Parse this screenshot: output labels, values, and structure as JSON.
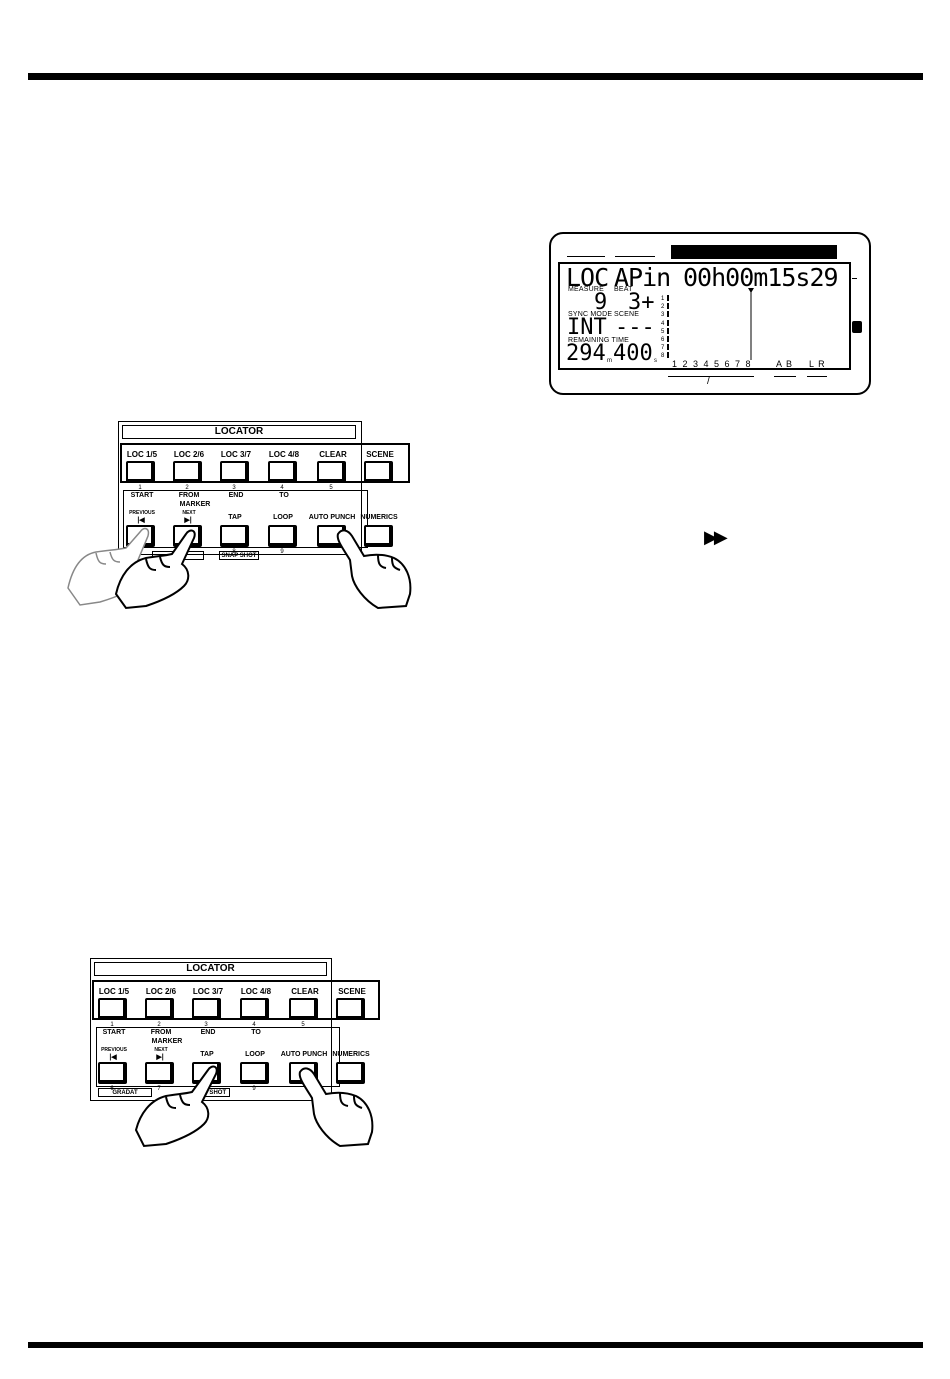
{
  "lcd": {
    "mode": "LOC",
    "punch": "APin",
    "time": "00h00m15s29",
    "measure_label": "MEASURE",
    "beat_label": "BEAT",
    "measure": "9",
    "beat": "3+",
    "sync_label": "SYNC MODE",
    "scene_label": "SCENE",
    "sync": "INT",
    "scene": "---",
    "remaining_label": "REMAINING TIME",
    "remaining_m": "294",
    "remaining_m_unit": "m",
    "remaining_s": "400",
    "remaining_s_unit": "s",
    "meter_rows": [
      "1",
      "2",
      "3",
      "4",
      "5",
      "6",
      "7",
      "8"
    ],
    "channels": "1 2 3 4 5 6 7 8",
    "ab": "A B",
    "lr": "L R",
    "slash": "/"
  },
  "ffw_symbol": "▶▶",
  "panel1": {
    "title": "LOCATOR",
    "top_buttons": [
      "LOC 1/5",
      "LOC 2/6",
      "LOC 3/7",
      "LOC 4/8",
      "CLEAR",
      "SCENE"
    ],
    "top_nums": [
      "1",
      "2",
      "3",
      "4",
      "5"
    ],
    "subs": [
      "START",
      "FROM",
      "END",
      "TO"
    ],
    "marker": "MARKER",
    "prev": "PREVIOUS",
    "next": "NEXT",
    "bottom_buttons": [
      "TAP",
      "LOOP",
      "AUTO PUNCH",
      "NUMERICS"
    ],
    "bottom_nums": [
      "8",
      "9"
    ],
    "snapshot": "SNAP SHOT"
  },
  "panel2": {
    "title": "LOCATOR",
    "top_buttons": [
      "LOC 1/5",
      "LOC 2/6",
      "LOC 3/7",
      "LOC 4/8",
      "CLEAR",
      "SCENE"
    ],
    "top_nums": [
      "1",
      "2",
      "3",
      "4",
      "5"
    ],
    "subs": [
      "START",
      "FROM",
      "END",
      "TO"
    ],
    "marker": "MARKER",
    "prev": "PREVIOUS",
    "next": "NEXT",
    "bottom_buttons": [
      "TAP",
      "LOOP",
      "AUTO PUNCH",
      "NUMERICS"
    ],
    "bottom_nums": [
      "6",
      "7",
      "8",
      "9"
    ],
    "gradation": "GRADAT",
    "snapshot": "P SHOT"
  }
}
